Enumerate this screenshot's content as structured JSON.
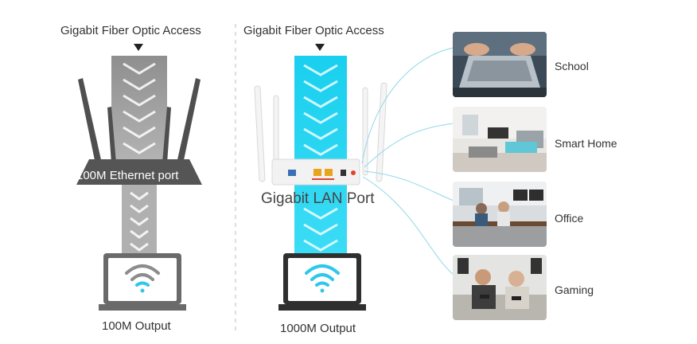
{
  "left": {
    "title": "Gigabit Fiber Optic Access",
    "port_label": "100M Ethernet port",
    "output_label": "100M Output"
  },
  "right": {
    "title": "Gigabit Fiber Optic Access",
    "port_label": "Gigabit LAN Port",
    "output_label": "1000M Output"
  },
  "use_cases": [
    {
      "label": "School",
      "icon": "laptop-typing-photo"
    },
    {
      "label": "Smart Home",
      "icon": "living-room-photo"
    },
    {
      "label": "Office",
      "icon": "office-workers-photo"
    },
    {
      "label": "Gaming",
      "icon": "gamers-photo"
    }
  ],
  "colors": {
    "left_stream": "#9a9a9a",
    "right_stream": "#1ed3f0",
    "router_dark": "#5b5b5b",
    "wifi_accent": "#2ec8ea"
  }
}
